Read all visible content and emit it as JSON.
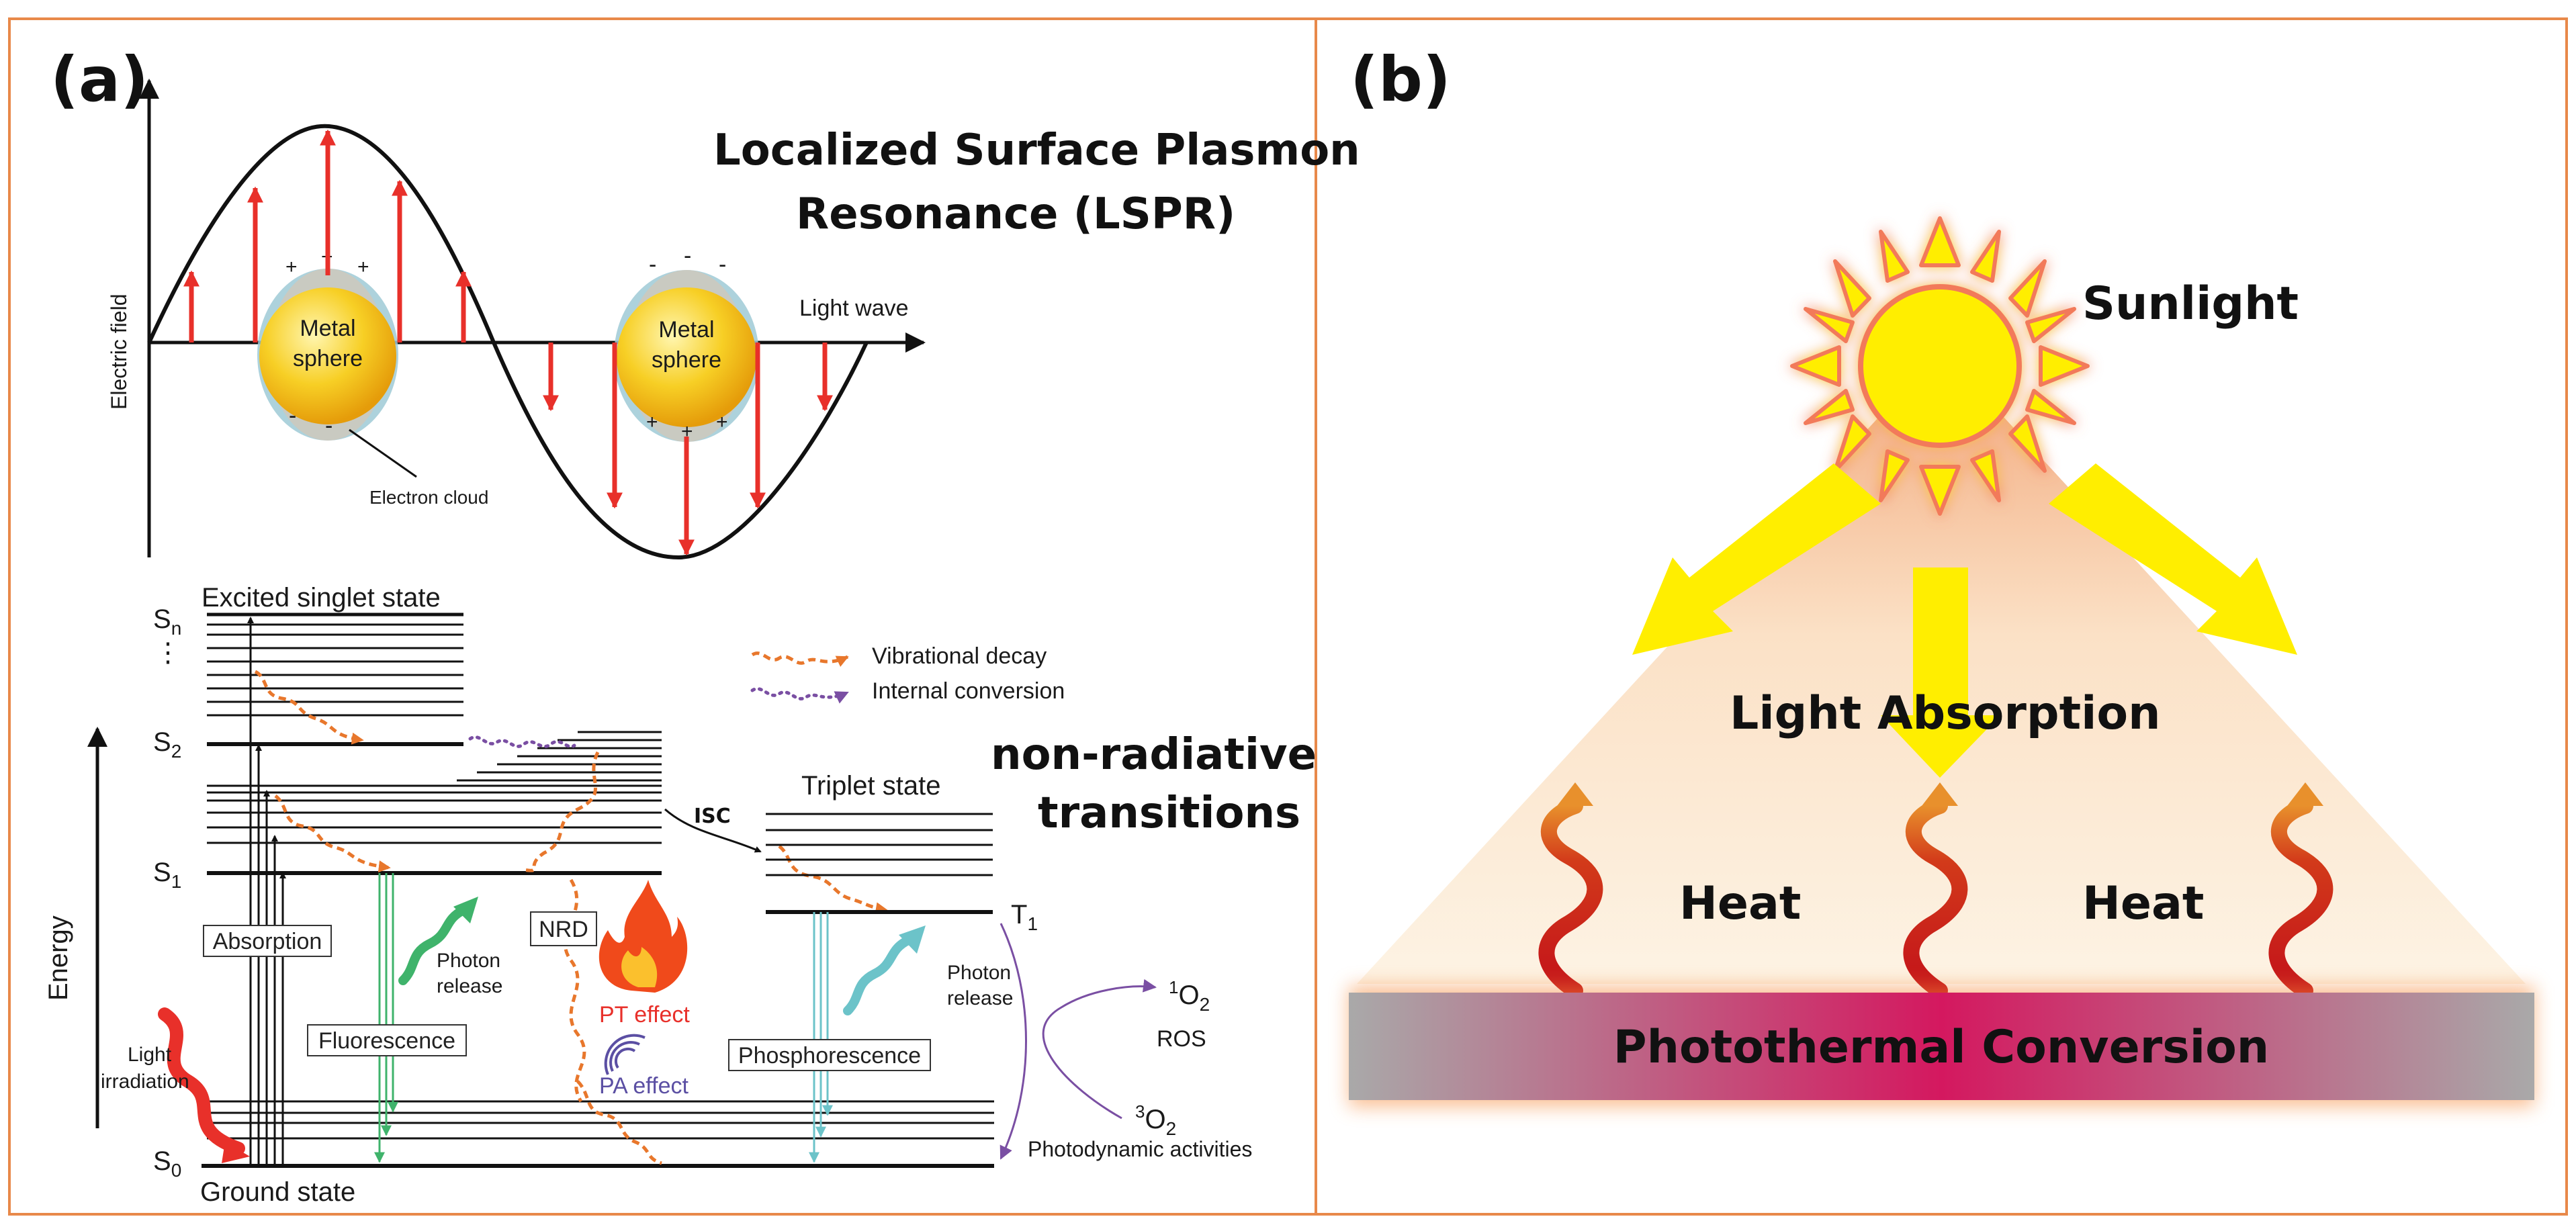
{
  "panel_a": {
    "letter": "(a)",
    "lspr": {
      "title_line1": "Localized Surface Plasmon",
      "title_line2": "Resonance (LSPR)",
      "y_axis_label": "Electric field",
      "x_axis_label": "Light wave",
      "sphere1_line1": "Metal",
      "sphere1_line2": "sphere",
      "sphere2_line1": "Metal",
      "sphere2_line2": "sphere",
      "electron_cloud": "Electron cloud",
      "plus": "+",
      "minus": "-"
    },
    "jablonski": {
      "excited_singlet": "Excited singlet state",
      "sn": "S",
      "sn_sub": "n",
      "dots": "⋮",
      "s2": "S",
      "s2_sub": "2",
      "s1": "S",
      "s1_sub": "1",
      "s0": "S",
      "s0_sub": "0",
      "ground_state": "Ground state",
      "energy": "Energy",
      "legend_vibrational": "Vibrational decay",
      "legend_internal": "Internal conversion",
      "non_radiative_line1": "non-radiative",
      "non_radiative_line2": "transitions",
      "isc": "ISC",
      "triplet_state": "Triplet state",
      "t1": "T",
      "t1_sub": "1",
      "absorption": "Absorption",
      "fluorescence": "Fluorescence",
      "phosphorescence": "Phosphorescence",
      "photon_release_1a": "Photon",
      "photon_release_1b": "release",
      "photon_release_2a": "Photon",
      "photon_release_2b": "release",
      "nrd": "NRD",
      "pt_effect": "PT effect",
      "pa_effect": "PA effect",
      "light_irr_1": "Light",
      "light_irr_2": "irradiation",
      "singlet_o2_sup": "1",
      "singlet_o2": "O",
      "singlet_o2_sub": "2",
      "ros": "ROS",
      "triplet_o2_sup": "3",
      "triplet_o2": "O",
      "triplet_o2_sub": "2",
      "photodynamic": "Photodynamic activities"
    }
  },
  "panel_b": {
    "letter": "(b)",
    "sunlight": "Sunlight",
    "light_absorption": "Light Absorption",
    "heat_left": "Heat",
    "heat_right": "Heat",
    "photothermal": "Photothermal Conversion"
  },
  "colors": {
    "frame": "#e8894a",
    "field_arrow": "#e8302a",
    "sphere": "#f6c419",
    "cloud": "#9fcad6",
    "vibrational": "#e8772c",
    "internal": "#7a4fa3",
    "fluorescence": "#3fb36b",
    "phosphorescence": "#6cc3c9",
    "sun": "#ffee00",
    "heat": "#c3121a",
    "bar": "#a8a8a8"
  }
}
